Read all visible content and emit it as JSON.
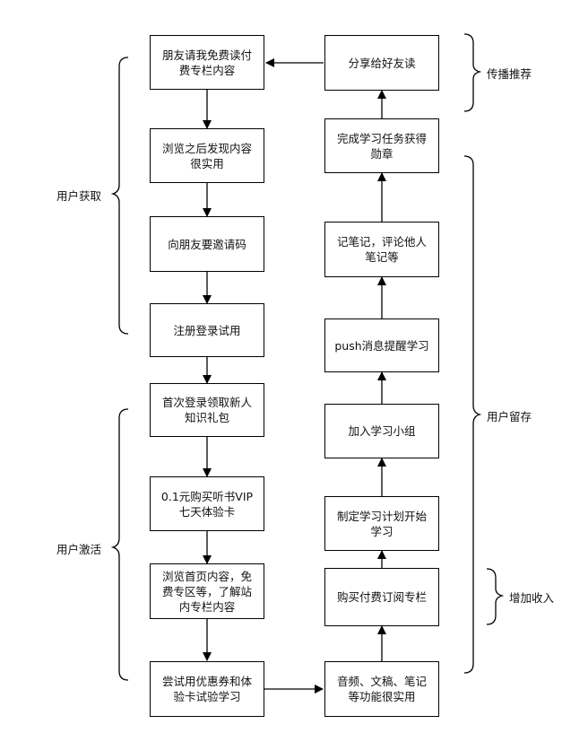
{
  "left_column": [
    {
      "id": "invite",
      "text": "朋友请我免费读付费专栏内容"
    },
    {
      "id": "browse",
      "text": "浏览之后发现内容很实用"
    },
    {
      "id": "ask-code",
      "text": "向朋友要邀请码"
    },
    {
      "id": "register",
      "text": "注册登录试用"
    },
    {
      "id": "first-login",
      "text": "首次登录领取新人知识礼包"
    },
    {
      "id": "vip-trial",
      "text": "0.1元购买听书VIP七天体验卡"
    },
    {
      "id": "browse-home",
      "text": "浏览首页内容，免费专区等，了解站内专栏内容"
    },
    {
      "id": "try-coupon",
      "text": "尝试用优惠券和体验卡试验学习"
    }
  ],
  "right_column": [
    {
      "id": "share",
      "text": "分享给好友读"
    },
    {
      "id": "badge",
      "text": "完成学习任务获得勋章"
    },
    {
      "id": "notes",
      "text": "记笔记，评论他人笔记等"
    },
    {
      "id": "push",
      "text": "push消息提醒学习"
    },
    {
      "id": "group",
      "text": "加入学习小组"
    },
    {
      "id": "plan",
      "text": "制定学习计划开始学习"
    },
    {
      "id": "buy",
      "text": "购买付费订阅专栏"
    },
    {
      "id": "features",
      "text": "音频、文稿、笔记等功能很实用"
    }
  ],
  "brackets": {
    "acquisition": "用户获取",
    "activation": "用户激活",
    "referral": "传播推荐",
    "retention": "用户留存",
    "revenue": "增加收入"
  }
}
